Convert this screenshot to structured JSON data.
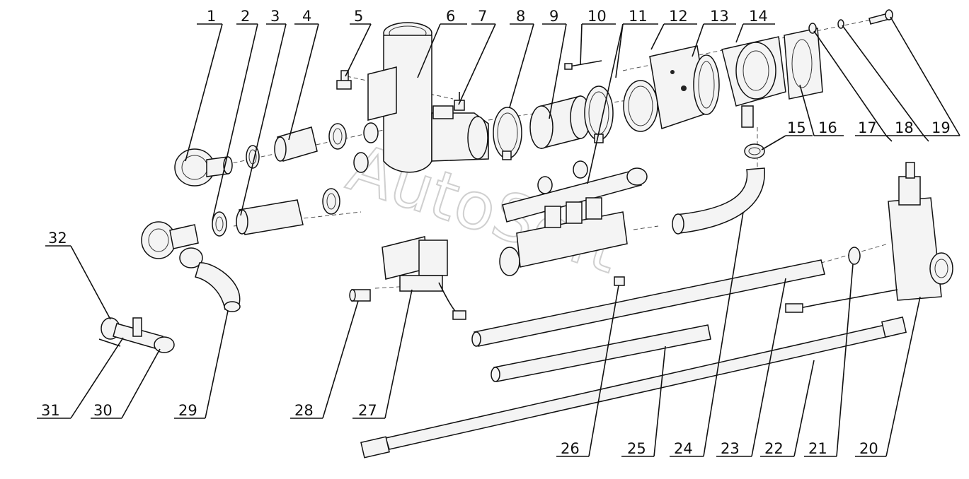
{
  "watermark": "AutoSoft",
  "callouts": [
    "1",
    "2",
    "3",
    "4",
    "5",
    "6",
    "7",
    "8",
    "9",
    "10",
    "11",
    "12",
    "13",
    "14",
    "15",
    "16",
    "17",
    "18",
    "19",
    "20",
    "21",
    "22",
    "23",
    "24",
    "25",
    "26",
    "27",
    "28",
    "29",
    "30",
    "31",
    "32"
  ]
}
